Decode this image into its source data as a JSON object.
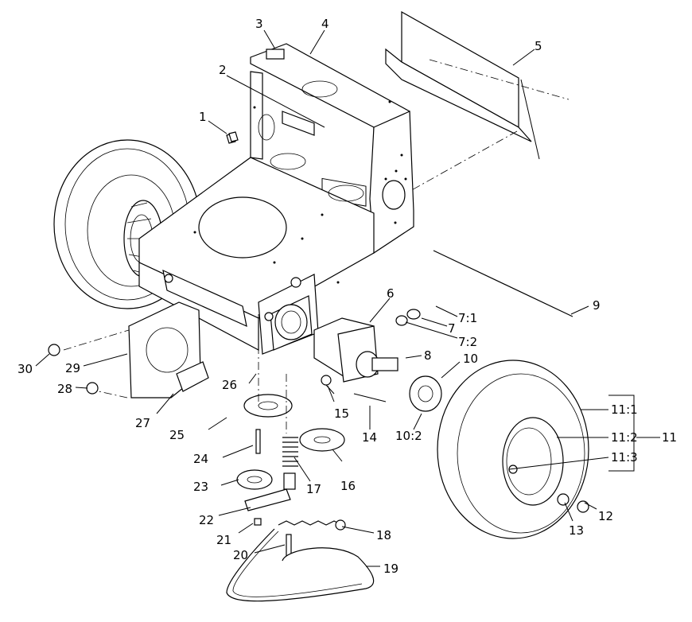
{
  "diagram": {
    "type": "exploded-parts-view",
    "colors": {
      "line": "#000000",
      "background": "#ffffff"
    },
    "callouts": [
      {
        "id": "c1",
        "text": "1"
      },
      {
        "id": "c2",
        "text": "2"
      },
      {
        "id": "c3",
        "text": "3"
      },
      {
        "id": "c4",
        "text": "4"
      },
      {
        "id": "c5",
        "text": "5"
      },
      {
        "id": "c6",
        "text": "6"
      },
      {
        "id": "c7_1",
        "text": "7:1"
      },
      {
        "id": "c7",
        "text": "7"
      },
      {
        "id": "c7_2",
        "text": "7:2"
      },
      {
        "id": "c8",
        "text": "8"
      },
      {
        "id": "c9",
        "text": "9"
      },
      {
        "id": "c10",
        "text": "10"
      },
      {
        "id": "c10_2",
        "text": "10:2"
      },
      {
        "id": "c11",
        "text": "11"
      },
      {
        "id": "c11_1",
        "text": "11:1"
      },
      {
        "id": "c11_2",
        "text": "11:2"
      },
      {
        "id": "c11_3",
        "text": "11:3"
      },
      {
        "id": "c12",
        "text": "12"
      },
      {
        "id": "c13",
        "text": "13"
      },
      {
        "id": "c14",
        "text": "14"
      },
      {
        "id": "c15",
        "text": "15"
      },
      {
        "id": "c16",
        "text": "16"
      },
      {
        "id": "c17",
        "text": "17"
      },
      {
        "id": "c18",
        "text": "18"
      },
      {
        "id": "c19",
        "text": "19"
      },
      {
        "id": "c20",
        "text": "20"
      },
      {
        "id": "c21",
        "text": "21"
      },
      {
        "id": "c22",
        "text": "22"
      },
      {
        "id": "c23",
        "text": "23"
      },
      {
        "id": "c24",
        "text": "24"
      },
      {
        "id": "c25",
        "text": "25"
      },
      {
        "id": "c26",
        "text": "26"
      },
      {
        "id": "c27",
        "text": "27"
      },
      {
        "id": "c28",
        "text": "28"
      },
      {
        "id": "c29",
        "text": "29"
      },
      {
        "id": "c30",
        "text": "30"
      }
    ]
  }
}
